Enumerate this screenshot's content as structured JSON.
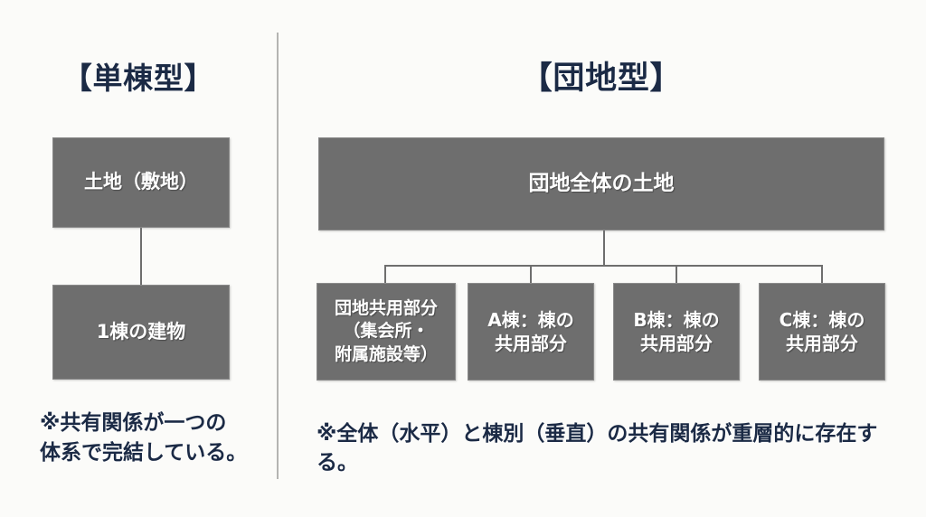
{
  "colors": {
    "background": "#fbfbf9",
    "box_fill": "#6e6e6e",
    "box_text": "#ffffff",
    "heading_text": "#1b2a45",
    "connector": "#6e6e6e",
    "divider": "#b4b4b2"
  },
  "left_panel": {
    "title": "【単棟型】",
    "nodes": [
      {
        "id": "land",
        "label": "土地（敷地）"
      },
      {
        "id": "building",
        "label": "1棟の建物"
      }
    ],
    "note": "※共有関係が一つの\n体系で完結している。"
  },
  "right_panel": {
    "title": "【団地型】",
    "root": {
      "id": "estate-land",
      "label": "団地全体の土地"
    },
    "children": [
      {
        "id": "common",
        "label": "団地共用部分\n（集会所・\n附属施設等）"
      },
      {
        "id": "bldg-a",
        "label": "A棟：棟の\n共用部分"
      },
      {
        "id": "bldg-b",
        "label": "B棟：棟の\n共用部分"
      },
      {
        "id": "bldg-c",
        "label": "C棟：棟の\n共用部分"
      }
    ],
    "note": "※全体（水平）と棟別（垂直）の共有関係が重層的に存在する。"
  }
}
